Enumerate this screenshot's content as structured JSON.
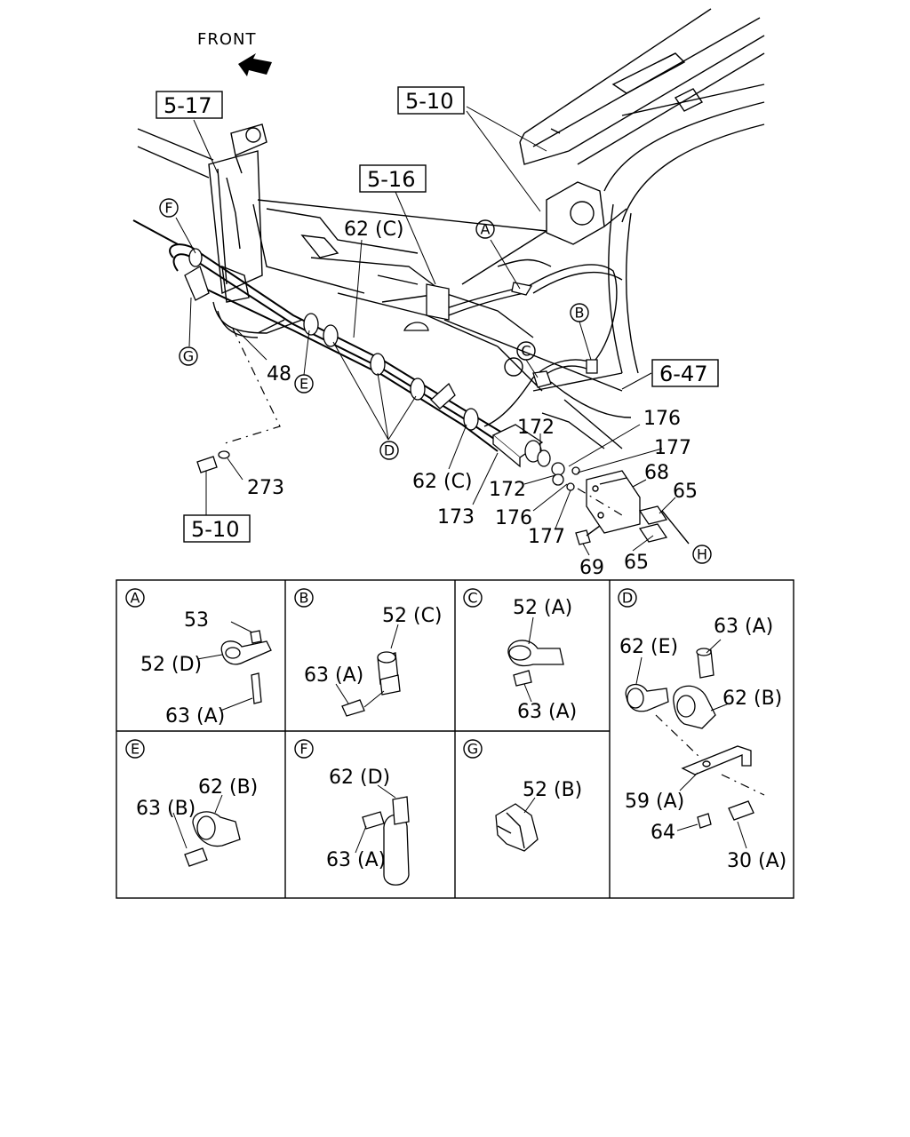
{
  "front_label": "FRONT",
  "refs": {
    "r517": "5-17",
    "r510_top": "5-10",
    "r516": "5-16",
    "r647": "6-47",
    "r510_bottom": "5-10"
  },
  "main_labels": {
    "p62c_top": "62 (C)",
    "p48": "48",
    "p273": "273",
    "p62c_bottom": "62 (C)",
    "p172_a": "172",
    "p172_b": "172",
    "p173": "173",
    "p176_a": "176",
    "p177_a": "177",
    "p176_b": "176",
    "p177_b": "177",
    "p68": "68",
    "p65_a": "65",
    "p65_b": "65",
    "p69": "69"
  },
  "callouts": {
    "A": "A",
    "B": "B",
    "C": "C",
    "D": "D",
    "E": "E",
    "F": "F",
    "G": "G",
    "H": "H"
  },
  "panels": {
    "A": {
      "letter": "A",
      "l1": "53",
      "l2": "52 (D)",
      "l3": "63 (A)"
    },
    "B": {
      "letter": "B",
      "l1": "52 (C)",
      "l2": "63 (A)"
    },
    "C": {
      "letter": "C",
      "l1": "52 (A)",
      "l2": "63 (A)"
    },
    "D": {
      "letter": "D",
      "l1": "63 (A)",
      "l2": "62 (E)",
      "l3": "62 (B)",
      "l4": "59 (A)",
      "l5": "64",
      "l6": "30 (A)"
    },
    "E": {
      "letter": "E",
      "l1": "62 (B)",
      "l2": "63 (B)"
    },
    "F": {
      "letter": "F",
      "l1": "62 (D)",
      "l2": "63 (A)"
    },
    "G": {
      "letter": "G",
      "l1": "52 (B)"
    }
  }
}
